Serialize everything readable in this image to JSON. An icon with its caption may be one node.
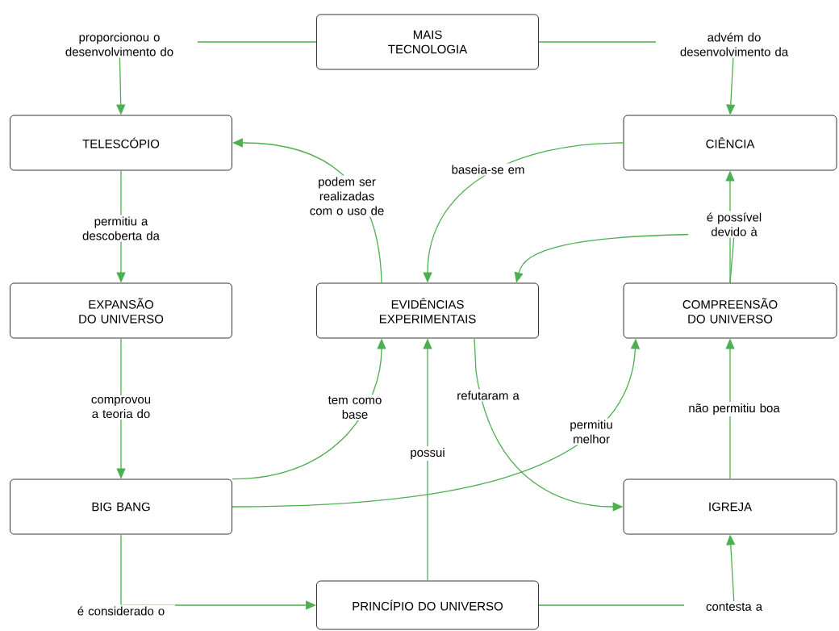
{
  "diagram": {
    "nodes": [
      {
        "text": [
          "MAIS TECNOLOGIA"
        ]
      },
      {
        "text": [
          "TELESCÓPIO"
        ]
      },
      {
        "text": [
          "CIÊNCIA"
        ]
      },
      {
        "text": [
          "EXPANSÃO DO UNIVERSO"
        ]
      },
      {
        "text": [
          "EVIDÊNCIAS EXPERIMENTAIS"
        ]
      },
      {
        "text": [
          "COMPREENSÃO DO UNIVERSO"
        ]
      },
      {
        "text": [
          "BIG BANG"
        ]
      },
      {
        "text": [
          "PRINCÍPIO DO UNIVERSO"
        ]
      },
      {
        "text": [
          "IGREJA"
        ]
      }
    ],
    "edges": [
      {
        "from": 0,
        "to": 1,
        "arrow": "to",
        "label": "proporcionou o desenvolvimento do"
      },
      {
        "from": 0,
        "to": 2,
        "arrow": "to",
        "label": "advém do desenvolvimento da"
      },
      {
        "from": 1,
        "to": 3,
        "arrow": "to",
        "label": "permitiu a descoberta da"
      },
      {
        "from": 3,
        "to": 6,
        "arrow": "to",
        "label": "comprovou a teoria do"
      },
      {
        "from": 6,
        "to": 7,
        "arrow": "to",
        "label": "é considerado o"
      },
      {
        "from": 7,
        "to": 8,
        "arrow": "to",
        "label": "contesta a"
      },
      {
        "from": 8,
        "to": 5,
        "arrow": "to",
        "label": "não permitiu boa"
      },
      {
        "from": 5,
        "to": 2,
        "arrow": "to",
        "label": "é possível devido à"
      },
      {
        "from": 5,
        "to": 4,
        "arrow": "to"
      },
      {
        "from": 2,
        "to": 4,
        "arrow": "to",
        "label": "baseia-se em"
      },
      {
        "from": 4,
        "to": 1,
        "arrow": "to",
        "label": "podem ser realizadas com o uso de"
      },
      {
        "from": 6,
        "to": 4,
        "arrow": "to",
        "label": "tem como base"
      },
      {
        "from": 6,
        "to": 5,
        "arrow": "to",
        "label": "permitiu melhor"
      },
      {
        "from": 4,
        "to": 8,
        "arrow": "to",
        "label": "refutaram a"
      },
      {
        "from": 7,
        "to": 4,
        "arrow": "to",
        "label": "possui"
      }
    ]
  }
}
